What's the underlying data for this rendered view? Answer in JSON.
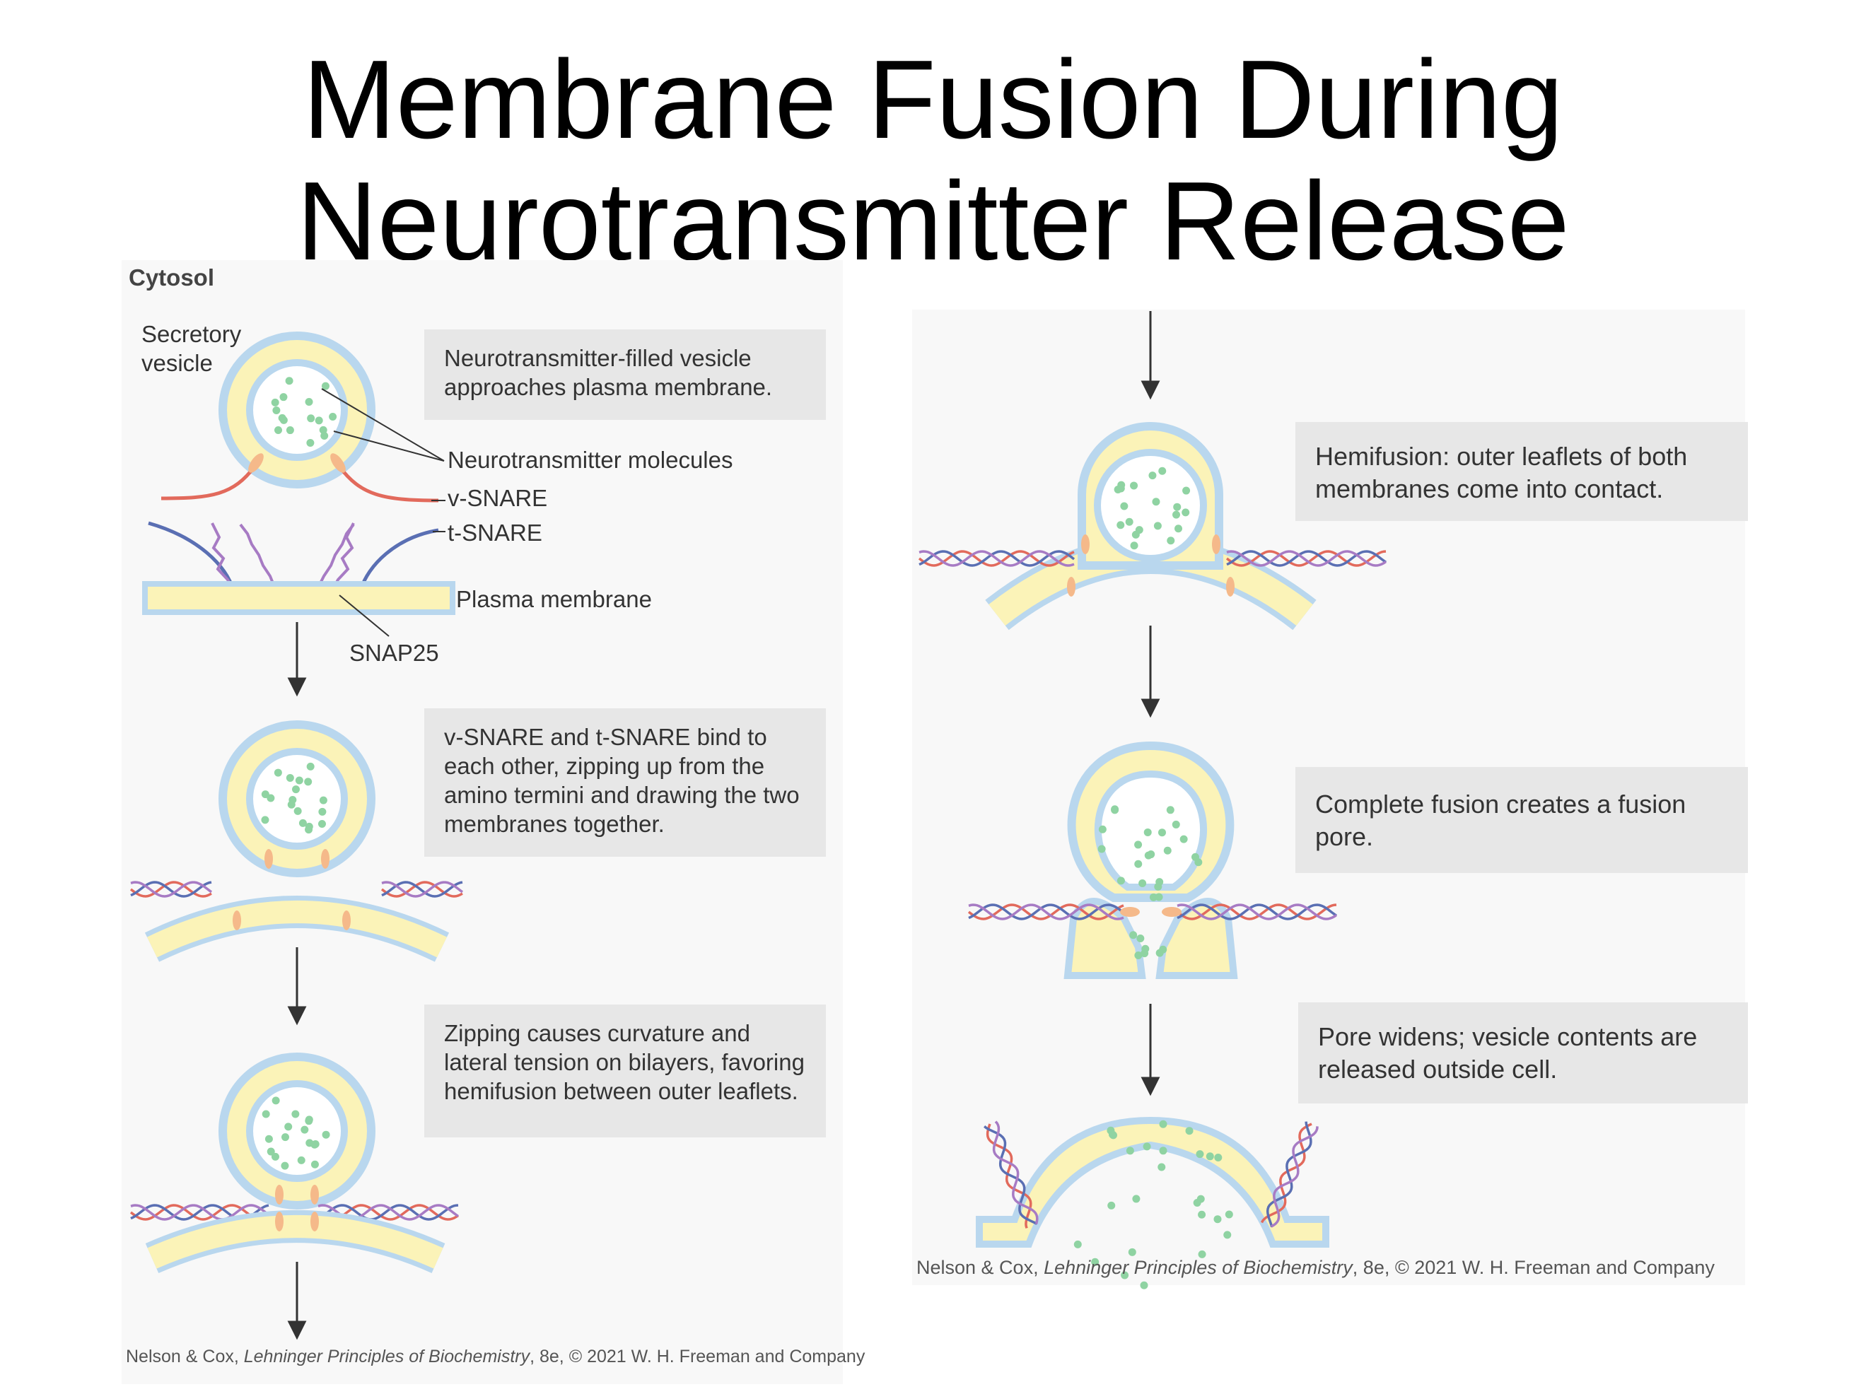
{
  "title": {
    "line1": "Membrane Fusion During",
    "line2": "Neurotransmitter Release"
  },
  "labels": {
    "cytosol": "Cytosol",
    "secretory_vesicle_1": "Secretory",
    "secretory_vesicle_2": "vesicle",
    "neurotransmitter_molecules": "Neurotransmitter molecules",
    "v_snare": "v-SNARE",
    "t_snare": "t-SNARE",
    "plasma_membrane": "Plasma membrane",
    "snap25": "SNAP25"
  },
  "steps": [
    {
      "caption": "Neurotransmitter-filled vesicle approaches plasma membrane."
    },
    {
      "caption": "v-SNARE and t-SNARE bind to each other, zipping up from the amino termini and drawing the two membranes together."
    },
    {
      "caption": "Zipping causes curvature and lateral tension on bilayers, favoring hemifusion between outer leaflets."
    },
    {
      "caption": "Hemifusion: outer leaflets of both membranes come into contact."
    },
    {
      "caption": "Complete fusion creates a fusion pore."
    },
    {
      "caption": "Pore widens; vesicle contents are released outside cell."
    }
  ],
  "credit": {
    "authors": "Nelson & Cox, ",
    "book": "Lehninger Principles of Biochemistry",
    "rest": ", 8e, © 2021 W. H. Freeman and Company"
  },
  "colors": {
    "membrane_outer": "#b9d7ee",
    "membrane_fill": "#fbf3b8",
    "vesicle_lumen": "#ffffff",
    "neurotransmitter": "#8fd3a2",
    "v_snare": "#e26a5c",
    "t_snare": "#5a6fb3",
    "snap25": "#a77bc4",
    "anchor": "#f5b98a",
    "arrow": "#333333"
  }
}
